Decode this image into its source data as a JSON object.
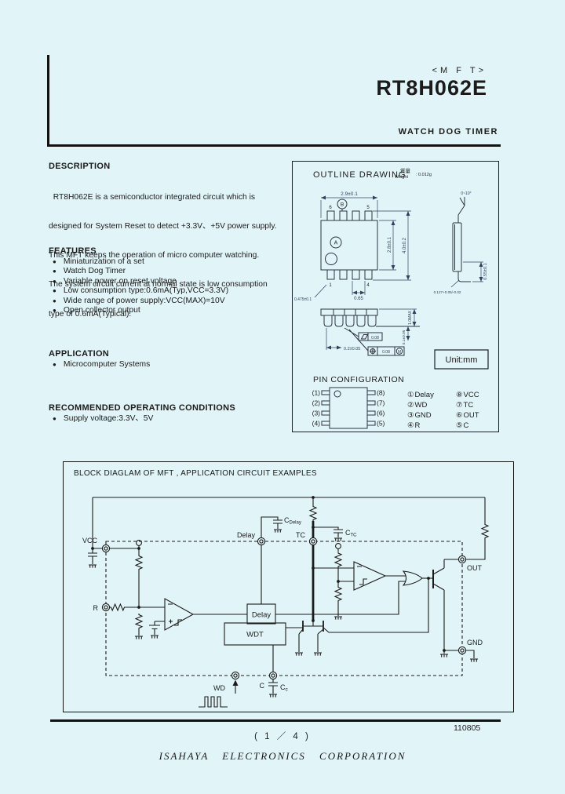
{
  "header": {
    "family_tag": "<M F T>",
    "part_number": "RT8H062E",
    "category": "WATCH DOG TIMER"
  },
  "description": {
    "heading": "DESCRIPTION",
    "lines": [
      "  RT8H062E is a semiconductor integrated circuit which is",
      "designed for System Reset to detect +3.3V、+5V power supply.",
      "This MFT keeps the operation of micro computer watching.",
      "The system circuit current at normal state is low consumption",
      "type of 0.6mA(Typical)."
    ]
  },
  "features": {
    "heading": "FEATURES",
    "bullet": "●",
    "items": [
      "Miniaturization of a set",
      "Watch Dog Timer",
      "Variable power on reset voltage",
      "Low consumption type:0.6mA(Typ,VCC=3.3V)",
      "Wide range of power supply:VCC(MAX)=10V",
      "Open collector output"
    ]
  },
  "application": {
    "heading": "APPLICATION",
    "bullet": "●",
    "items": [
      "Microcomputer Systems"
    ]
  },
  "operating_conditions": {
    "heading": "RECOMMENDED OPERATING CONDITIONS",
    "bullet": "●",
    "items": [
      "Supply voltage:3.3V、5V"
    ]
  },
  "outline": {
    "heading": "OUTLINE DRAWING",
    "weight_label_jp": "質量",
    "weight_label_en": "Weight",
    "weight_value": ": 0.012g",
    "unit_note": "Unit:mm",
    "front": {
      "width": "2.9±0.1",
      "body_height": "2.8±0.1",
      "total_height": "4.0±0.2",
      "pitch": "0.65",
      "lead_offset": "0.475±0.1",
      "pin_top_left": "6",
      "pin_top_right": "5",
      "pin_bottom_left": "1",
      "pin_bottom_right": "4",
      "mark_a": "A",
      "mark_b": "B"
    },
    "side": {
      "angle": "0~10°",
      "standoff": "0.55±0.1",
      "thickness": "0.127+0.05/-0.02"
    },
    "bottom": {
      "height_max": "1.0MAX",
      "standoff": "0.1±0.05",
      "lead_width": "0.2±0.05",
      "tol1": "0.08",
      "tol2": "0.08",
      "tol2_mod": "M"
    }
  },
  "pin_configuration": {
    "heading": "PIN CONFIGURATION",
    "left_pins": [
      "(1)",
      "(2)",
      "(3)",
      "(4)"
    ],
    "right_pins": [
      "(8)",
      "(7)",
      "(6)",
      "(5)"
    ],
    "assignments_left": [
      {
        "num": "①",
        "name": "Delay"
      },
      {
        "num": "②",
        "name": "WD"
      },
      {
        "num": "③",
        "name": "GND"
      },
      {
        "num": "④",
        "name": "R"
      }
    ],
    "assignments_right": [
      {
        "num": "⑧",
        "name": "VCC"
      },
      {
        "num": "⑦",
        "name": "TC"
      },
      {
        "num": "⑥",
        "name": "OUT"
      },
      {
        "num": "⑤",
        "name": "C"
      }
    ]
  },
  "block_diagram": {
    "heading": "BLOCK DIAGLAM OF MFT , APPLICATION CIRCUIT EXAMPLES",
    "pins": {
      "vcc": "VCC",
      "r": "R",
      "delay": "Delay",
      "tc": "TC",
      "out": "OUT",
      "gnd": "GND",
      "wd": "WD",
      "c": "C"
    },
    "components": {
      "delay_block": "Delay",
      "wdt_block": "WDT",
      "cap_delay_main": "C",
      "cap_delay_sub": "Delay",
      "cap_tc_main": "C",
      "cap_tc_sub": "TC",
      "cap_c_main": "C",
      "cap_c_sub": "c"
    }
  },
  "footer": {
    "doc_code": "110805",
    "page_indicator": "( 1 ／ 4 )",
    "company": "ISAHAYA ELECTRONICS CORPORATION"
  }
}
